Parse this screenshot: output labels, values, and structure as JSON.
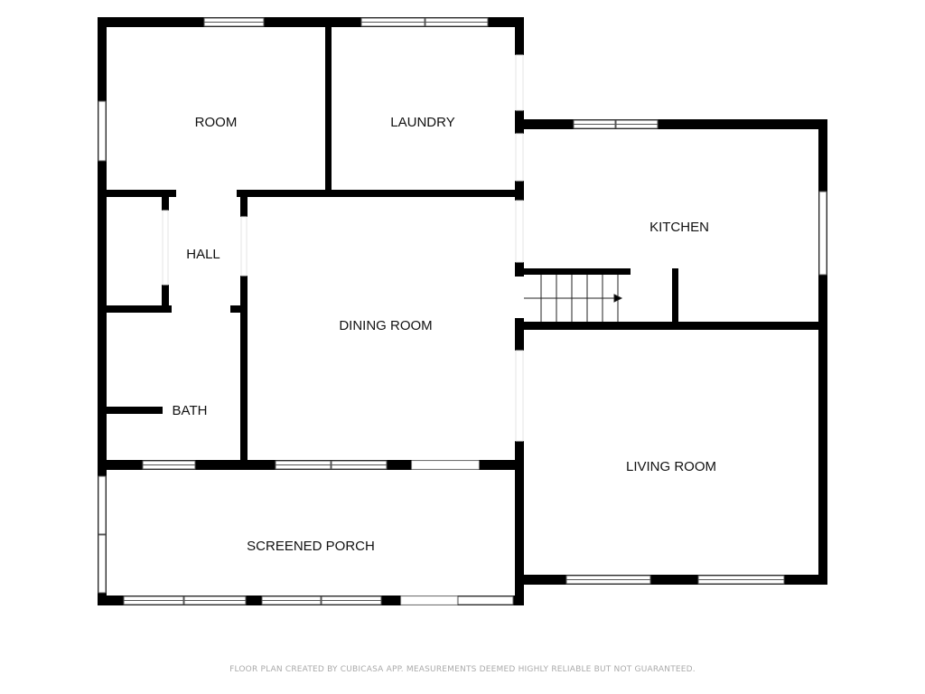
{
  "rooms": {
    "room": "ROOM",
    "laundry": "LAUNDRY",
    "kitchen": "KITCHEN",
    "hall": "HALL",
    "dining_room": "DINING ROOM",
    "bath": "BATH",
    "living_room": "LIVING ROOM",
    "screened_porch": "SCREENED PORCH"
  },
  "footer": "FLOOR PLAN CREATED BY CUBICASA APP. MEASUREMENTS DEEMED HIGHLY RELIABLE BUT NOT GUARANTEED."
}
